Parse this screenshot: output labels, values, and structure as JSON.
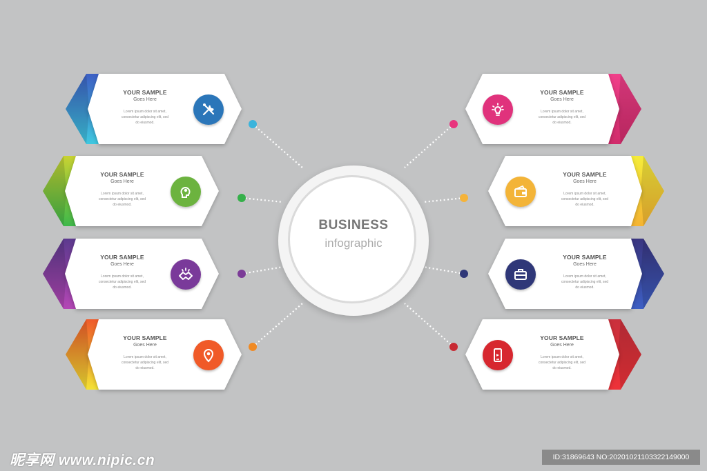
{
  "center": {
    "title": "BUSINESS",
    "subtitle": "infographic"
  },
  "cards": [
    {
      "side": "left",
      "color_top": "#3d5fc4",
      "color_bottom": "#3fc8e0",
      "dot": "#3bb4dc",
      "icon_bg": "#2b76b9",
      "icon": "tools-icon",
      "title": "YOUR SAMPLE",
      "subtitle": "Goes Here",
      "body": [
        "Lorem ipsum dolor sit amet,",
        "consectetur adipiscing elit, sed",
        "do eiusmod."
      ]
    },
    {
      "side": "left",
      "color_top": "#c8d232",
      "color_bottom": "#3eb84a",
      "dot": "#35b04a",
      "icon_bg": "#6cb33f",
      "icon": "head-icon",
      "title": "YOUR SAMPLE",
      "subtitle": "Goes Here",
      "body": [
        "Lorem ipsum dolor sit amet,",
        "consectetur adipiscing elit, sed",
        "do eiusmod."
      ]
    },
    {
      "side": "left",
      "color_top": "#5c3a8e",
      "color_bottom": "#b447b5",
      "dot": "#7b3b97",
      "icon_bg": "#7a3a9a",
      "icon": "handshake-icon",
      "title": "YOUR SAMPLE",
      "subtitle": "Goes Here",
      "body": [
        "Lorem ipsum dolor sit amet,",
        "consectetur adipiscing elit, sed",
        "do eiusmod."
      ]
    },
    {
      "side": "left",
      "color_top": "#ef5a2a",
      "color_bottom": "#f3e234",
      "dot": "#f08a24",
      "icon_bg": "#f05a28",
      "icon": "location-icon",
      "title": "YOUR SAMPLE",
      "subtitle": "Goes Here",
      "body": [
        "Lorem ipsum dolor sit amet,",
        "consectetur adipiscing elit, sed",
        "do eiusmod."
      ]
    },
    {
      "side": "right",
      "color_top": "#f0408a",
      "color_bottom": "#d12b6b",
      "dot": "#e8347d",
      "icon_bg": "#e0327c",
      "icon": "bulb-icon",
      "title": "YOUR SAMPLE",
      "subtitle": "Goes Here",
      "body": [
        "Lorem ipsum dolor sit amet,",
        "consectetur adipiscing elit, sed",
        "do eiusmod."
      ]
    },
    {
      "side": "right",
      "color_top": "#f5ec3a",
      "color_bottom": "#f5b432",
      "dot": "#f5b33a",
      "icon_bg": "#f3b438",
      "icon": "wallet-icon",
      "title": "YOUR SAMPLE",
      "subtitle": "Goes Here",
      "body": [
        "Lorem ipsum dolor sit amet,",
        "consectetur adipiscing elit, sed",
        "do eiusmod."
      ]
    },
    {
      "side": "right",
      "color_top": "#3a3580",
      "color_bottom": "#3d5fc4",
      "dot": "#2f3778",
      "icon_bg": "#2f3778",
      "icon": "briefcase-icon",
      "title": "YOUR SAMPLE",
      "subtitle": "Goes Here",
      "body": [
        "Lorem ipsum dolor sit amet,",
        "consectetur adipiscing elit, sed",
        "do eiusmod."
      ]
    },
    {
      "side": "right",
      "color_top": "#c9303c",
      "color_bottom": "#ee3239",
      "dot": "#c82a33",
      "icon_bg": "#d7272f",
      "icon": "phone-icon",
      "title": "YOUR SAMPLE",
      "subtitle": "Goes Here",
      "body": [
        "Lorem ipsum dolor sit amet,",
        "consectetur adipiscing elit, sed",
        "do eiusmod."
      ]
    }
  ],
  "watermark": {
    "left": "昵享网 www.nipic.cn",
    "right": "ID:31869643 NO:20201021103322149000"
  }
}
